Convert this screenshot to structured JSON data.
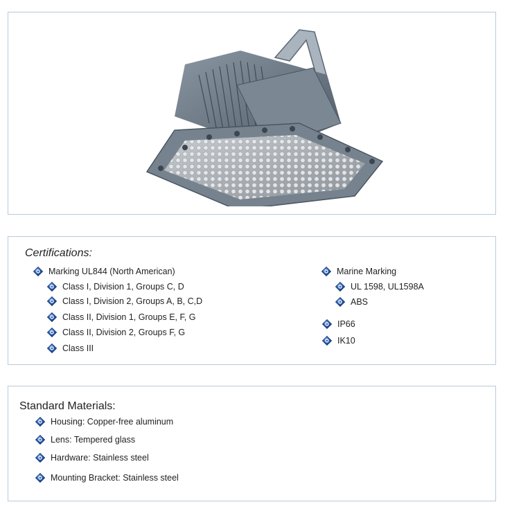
{
  "product_image": {
    "alt": "explosion-proof LED flood light"
  },
  "certifications": {
    "title": "Certifications:",
    "left": {
      "heading": "Marking UL844 (North American)",
      "items": [
        "Class I, Division 1, Groups C, D",
        "Class I, Division 2, Groups A, B, C,D",
        "Class II, Division 1, Groups E, F, G",
        "Class II, Division 2, Groups F, G",
        "Class III"
      ]
    },
    "right": {
      "heading": "Marine Marking",
      "items": [
        "UL 1598, UL1598A",
        "ABS"
      ],
      "extra": [
        "IP66",
        "IK10"
      ]
    }
  },
  "materials": {
    "title": "Standard Materials:",
    "items": [
      "Housing: Copper-free aluminum",
      "Lens: Tempered glass",
      "Hardware: Stainless steel",
      "Mounting Bracket: Stainless steel"
    ]
  },
  "colors": {
    "bullet": "#1f4e9c",
    "border": "#b9c9d8",
    "housing": "#6b7884"
  }
}
